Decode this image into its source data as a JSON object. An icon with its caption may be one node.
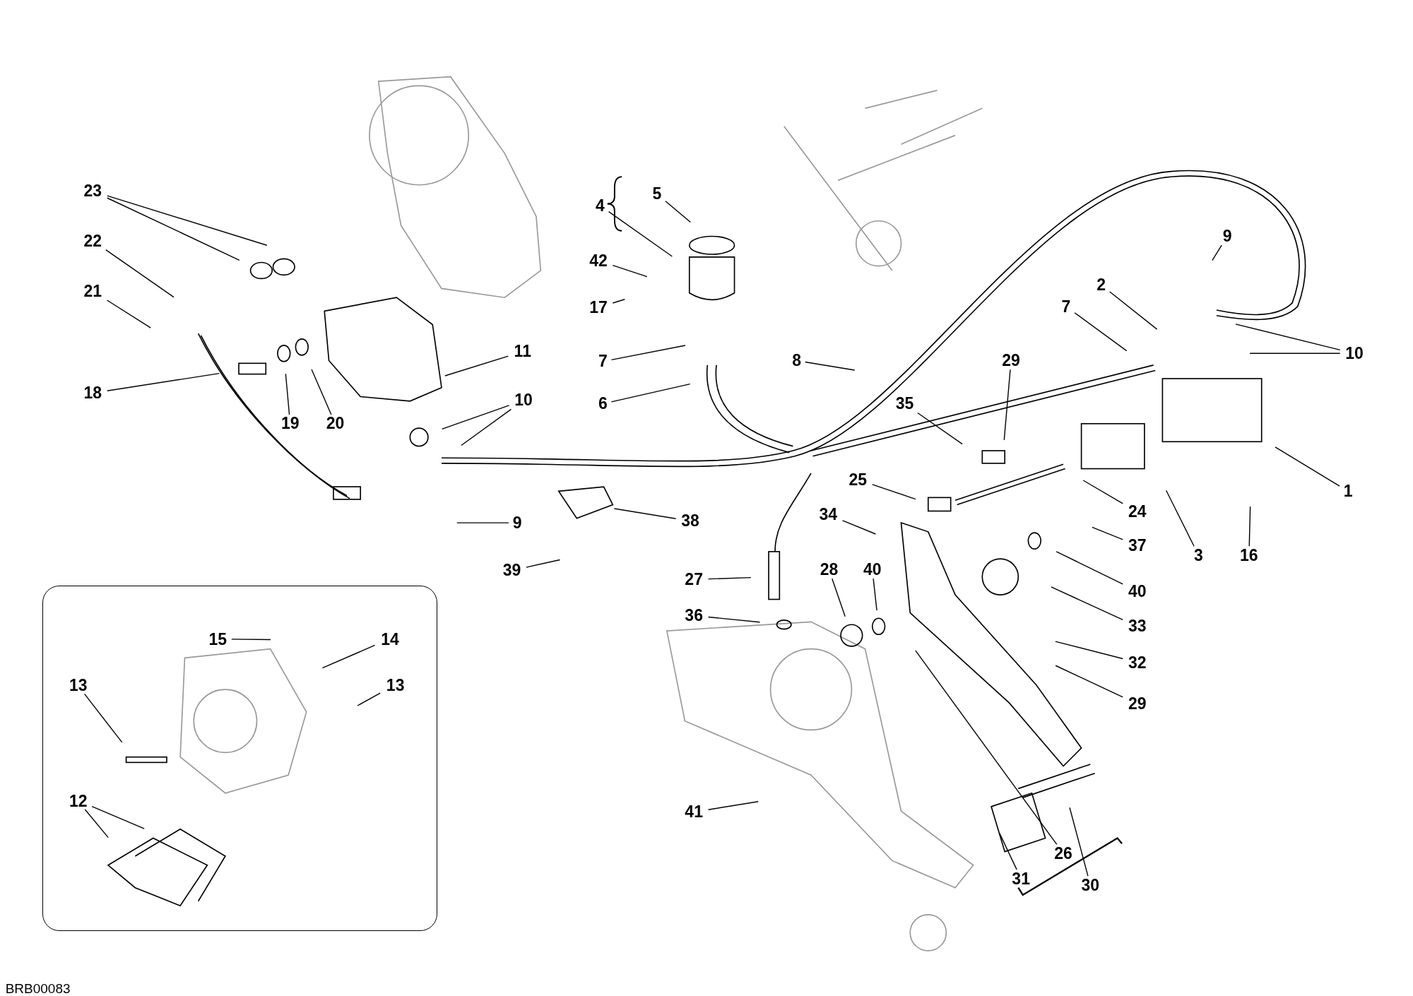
{
  "diagram": {
    "nodes": [
      {
        "text": [],
        "shape": "box"
      },
      {
        "text": [
          "23"
        ]
      },
      {
        "text": [
          "22"
        ]
      },
      {
        "text": [
          "21"
        ]
      },
      {
        "text": [
          "18"
        ]
      },
      {
        "text": [
          "19"
        ]
      },
      {
        "text": [
          "20"
        ]
      },
      {
        "text": [
          "11"
        ]
      },
      {
        "text": [
          "10"
        ]
      },
      {
        "text": [
          "9"
        ]
      },
      {
        "text": [
          "4"
        ]
      },
      {
        "text": [
          "5"
        ]
      },
      {
        "text": [
          "42"
        ]
      },
      {
        "text": [
          "17"
        ]
      },
      {
        "text": [
          "7"
        ]
      },
      {
        "text": [
          "6"
        ]
      },
      {
        "text": [
          "8"
        ]
      },
      {
        "text": [
          "38"
        ]
      },
      {
        "text": [
          "39"
        ]
      },
      {
        "text": [
          "7"
        ]
      },
      {
        "text": [
          "2"
        ]
      },
      {
        "text": [
          "9"
        ]
      },
      {
        "text": [
          "10"
        ]
      },
      {
        "text": [
          "29"
        ]
      },
      {
        "text": [
          "35"
        ]
      },
      {
        "text": [
          "25"
        ]
      },
      {
        "text": [
          "24"
        ]
      },
      {
        "text": [
          "3"
        ]
      },
      {
        "text": [
          "1"
        ]
      },
      {
        "text": [
          "16"
        ]
      },
      {
        "text": [
          "34"
        ]
      },
      {
        "text": [
          "37"
        ]
      },
      {
        "text": [
          "40"
        ]
      },
      {
        "text": [
          "33"
        ]
      },
      {
        "text": [
          "28"
        ]
      },
      {
        "text": [
          "40"
        ]
      },
      {
        "text": [
          "27"
        ]
      },
      {
        "text": [
          "36"
        ]
      },
      {
        "text": [
          "32"
        ]
      },
      {
        "text": [
          "29"
        ]
      },
      {
        "text": [
          "41"
        ]
      },
      {
        "text": [
          "31"
        ]
      },
      {
        "text": [
          "26"
        ]
      },
      {
        "text": [
          "30"
        ]
      },
      {
        "text": [
          "15"
        ],
        "in": 0
      },
      {
        "text": [
          "14"
        ],
        "in": 0
      },
      {
        "text": [
          "13"
        ],
        "in": 0
      },
      {
        "text": [
          "13"
        ],
        "in": 0
      },
      {
        "text": [
          "12"
        ],
        "in": 0
      }
    ],
    "edges": [
      {
        "from": 1,
        "to": null,
        "arrow": "none"
      },
      {
        "from": 1,
        "to": null,
        "arrow": "none"
      },
      {
        "from": 2,
        "to": null,
        "arrow": "none"
      },
      {
        "from": 3,
        "to": null,
        "arrow": "none"
      },
      {
        "from": 4,
        "to": null,
        "arrow": "none"
      },
      {
        "from": 5,
        "to": null,
        "arrow": "none"
      },
      {
        "from": 6,
        "to": null,
        "arrow": "none"
      },
      {
        "from": 7,
        "to": null,
        "arrow": "none"
      },
      {
        "from": 8,
        "to": null,
        "arrow": "none"
      },
      {
        "from": 8,
        "to": null,
        "arrow": "none"
      },
      {
        "from": 9,
        "to": null,
        "arrow": "none"
      },
      {
        "from": 10,
        "to": null,
        "arrow": "none"
      },
      {
        "from": 11,
        "to": null,
        "arrow": "none"
      },
      {
        "from": 12,
        "to": null,
        "arrow": "none"
      },
      {
        "from": 13,
        "to": null,
        "arrow": "none"
      },
      {
        "from": 14,
        "to": null,
        "arrow": "none"
      },
      {
        "from": 15,
        "to": null,
        "arrow": "none"
      },
      {
        "from": 16,
        "to": null,
        "arrow": "none"
      },
      {
        "from": 17,
        "to": null,
        "arrow": "none"
      },
      {
        "from": 18,
        "to": null,
        "arrow": "none"
      },
      {
        "from": 19,
        "to": null,
        "arrow": "none"
      },
      {
        "from": 20,
        "to": null,
        "arrow": "none"
      },
      {
        "from": 21,
        "to": null,
        "arrow": "none"
      },
      {
        "from": 22,
        "to": null,
        "arrow": "none"
      },
      {
        "from": 22,
        "to": null,
        "arrow": "none"
      },
      {
        "from": 23,
        "to": null,
        "arrow": "none"
      },
      {
        "from": 24,
        "to": null,
        "arrow": "none"
      },
      {
        "from": 25,
        "to": null,
        "arrow": "none"
      },
      {
        "from": 26,
        "to": null,
        "arrow": "none"
      },
      {
        "from": 27,
        "to": null,
        "arrow": "none"
      },
      {
        "from": 28,
        "to": null,
        "arrow": "none"
      },
      {
        "from": 29,
        "to": null,
        "arrow": "none"
      },
      {
        "from": 30,
        "to": null,
        "arrow": "none"
      },
      {
        "from": 31,
        "to": null,
        "arrow": "none"
      },
      {
        "from": 32,
        "to": null,
        "arrow": "none"
      },
      {
        "from": 33,
        "to": null,
        "arrow": "none"
      },
      {
        "from": 34,
        "to": null,
        "arrow": "none"
      },
      {
        "from": 35,
        "to": null,
        "arrow": "none"
      },
      {
        "from": 36,
        "to": null,
        "arrow": "none"
      },
      {
        "from": 37,
        "to": null,
        "arrow": "none"
      },
      {
        "from": 38,
        "to": null,
        "arrow": "none"
      },
      {
        "from": 39,
        "to": null,
        "arrow": "none"
      },
      {
        "from": 40,
        "to": null,
        "arrow": "none"
      },
      {
        "from": 41,
        "to": null,
        "arrow": "none"
      },
      {
        "from": 42,
        "to": null,
        "arrow": "none"
      },
      {
        "from": 43,
        "to": null,
        "arrow": "none"
      },
      {
        "from": 44,
        "to": null,
        "arrow": "none"
      },
      {
        "from": 45,
        "to": null,
        "arrow": "none"
      },
      {
        "from": 46,
        "to": null,
        "arrow": "none"
      },
      {
        "from": 47,
        "to": null,
        "arrow": "none"
      },
      {
        "from": 48,
        "to": null,
        "arrow": "none"
      },
      {
        "from": 48,
        "to": null,
        "arrow": "none"
      }
    ],
    "labels": [
      "BRB00083"
    ]
  }
}
